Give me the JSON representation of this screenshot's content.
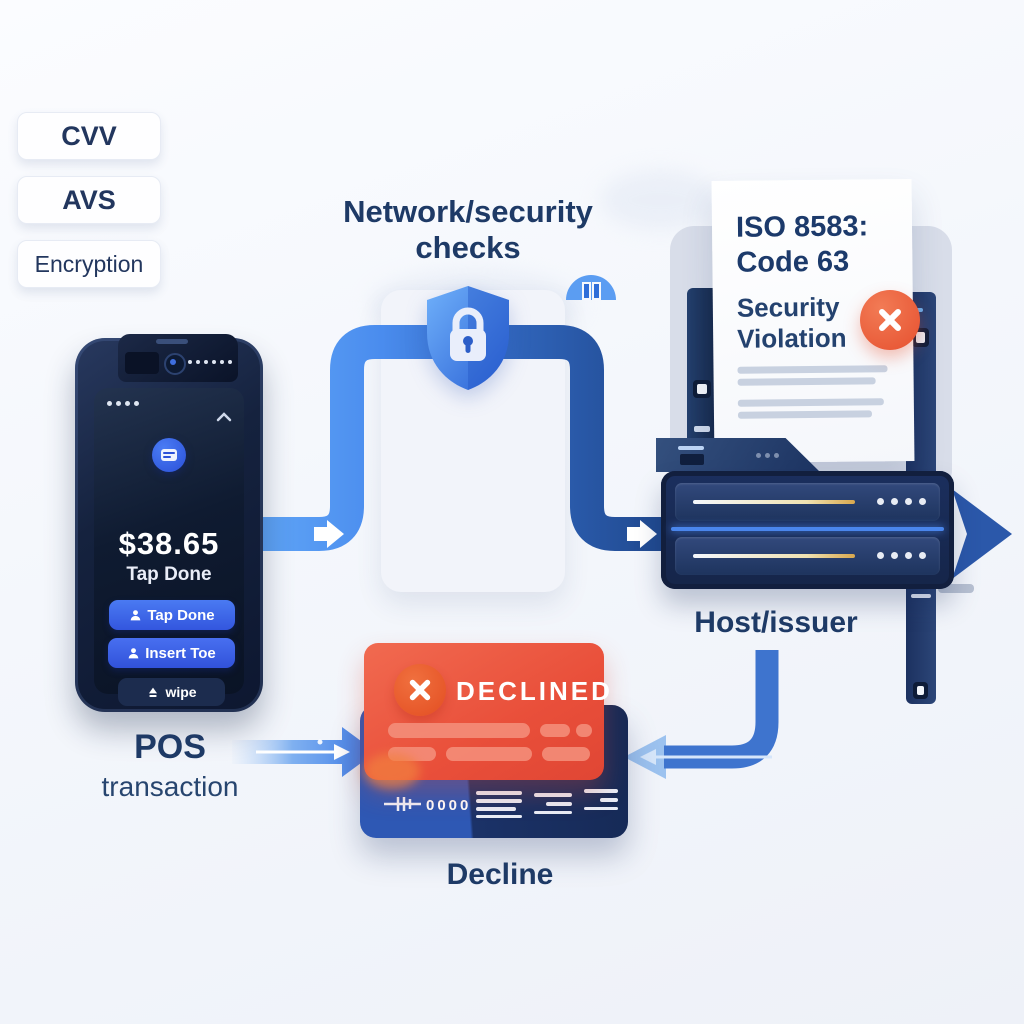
{
  "title": {
    "line1": "Network/security",
    "line2": "checks"
  },
  "checks": {
    "items": [
      "CVV",
      "AVS",
      "Encryption"
    ]
  },
  "pos": {
    "amount": "$38.65",
    "prompt": "Tap Done",
    "buttons": [
      {
        "label": "Tap Done",
        "icon": "person-icon"
      },
      {
        "label": "Insert Toe",
        "icon": "person-icon"
      },
      {
        "label": "wipe",
        "icon": "eject-icon"
      }
    ],
    "caption_line1": "POS",
    "caption_line2": "transaction"
  },
  "issuer": {
    "doc_line1": "ISO 8583:",
    "doc_line2": "Code 63",
    "doc_line3": "Security",
    "doc_line4": "Violation",
    "caption": "Host/issuer"
  },
  "decline": {
    "badge": "DECLINED",
    "digits": "0000",
    "caption": "Decline"
  },
  "icons": {
    "security": "shield-lock-icon",
    "failure": "x-circle-icon",
    "signal": "dome-signal-icon",
    "tap": "person-icon",
    "swipe": "eject-icon"
  },
  "colors": {
    "pipe_light": "#5fa4f6",
    "pipe_dark": "#20498f",
    "accent_blue": "#3f7de8",
    "navy_text": "#1e3a66",
    "alert_red": "#e94f3a",
    "badge_orange": "#e6502f",
    "led_yellow": "#d9a84e",
    "panel_gray": "#d8dde9"
  }
}
